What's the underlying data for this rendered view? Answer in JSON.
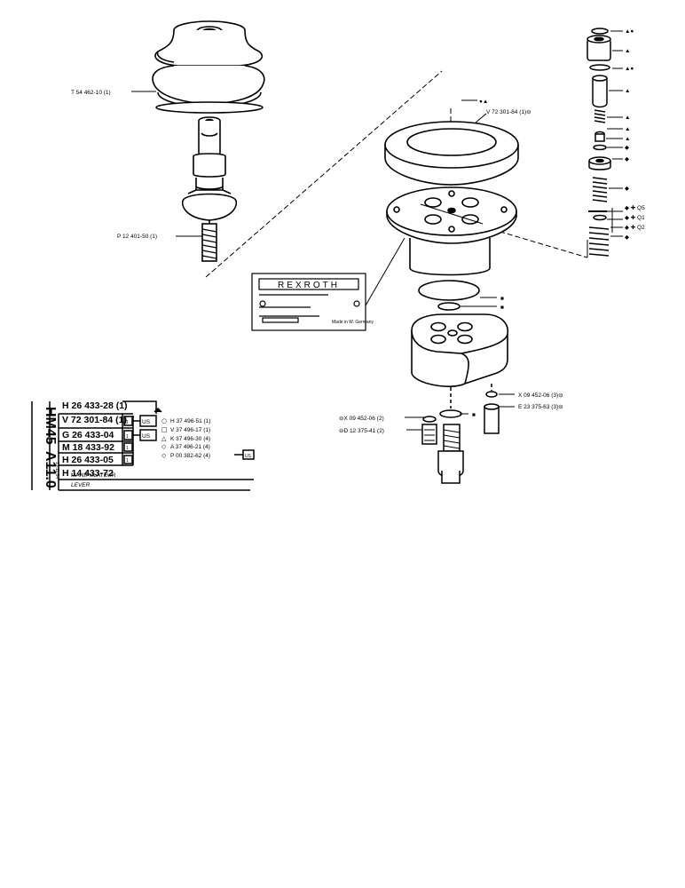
{
  "sheet": {
    "code": "HM45",
    "page": "A11.0",
    "date": "13.11.84",
    "title_fr": "MANIPULATEUR",
    "title_en": "LEVER"
  },
  "assemblies": [
    {
      "code": "H 26 433-28 (1)"
    },
    {
      "code": "V 72 301-84 (1)"
    }
  ],
  "table_rows": [
    {
      "code": "G 26 433-04",
      "box": "1",
      "us": "US"
    },
    {
      "code": "M 18 433-92",
      "box": "1",
      "us": "US"
    },
    {
      "code": "H 26 433-05",
      "box": "1",
      "us": ""
    },
    {
      "code": "H 14 433-72",
      "box": "1",
      "us": ""
    }
  ],
  "kit_items": [
    {
      "sym": "○",
      "text": "H 37 496-51 (1)",
      "us": ""
    },
    {
      "sym": "□",
      "text": "V 37 496-17 (1)",
      "us": ""
    },
    {
      "sym": "△",
      "text": "K 37 496-30 (4)",
      "us": ""
    },
    {
      "sym": "◇",
      "text": "A 37 496-21 (4)",
      "us": ""
    },
    {
      "sym": "◇",
      "text": "P 00 382-62 (4)",
      "us": "US"
    }
  ],
  "callouts": {
    "boot": "T 54 462-10 (1)",
    "stem": "P 12 401-50 (1)",
    "flange": "V 72 301-84 (1)⊖",
    "plug_right_1": "X 09 452-06 (3)⊖",
    "plug_right_2": "E 23 375-63 (3)⊖",
    "plug_left_1": "⊖X 09 452-06 (2)",
    "plug_left_2": "⊖D 12 375-41 (2)",
    "oring_top": "●▲",
    "small_1": "▲●",
    "small_2": "▲",
    "small_3": "▲●",
    "small_4": "▲",
    "small_5": "▲",
    "small_6": "▲",
    "small_7": "▲",
    "small_8": "◆",
    "small_9": "◆",
    "small_10": "◆",
    "shim_1": "◆ ✚ Q5",
    "shim_2": "◆ ✚ Q1",
    "shim_3": "◆ ✚ Q2",
    "small_11": "◆",
    "seal_1": "■",
    "seal_2": "■",
    "seal_3": "■"
  },
  "nameplate": {
    "brand": "REXROTH",
    "footer": "Made in W. Germany"
  }
}
